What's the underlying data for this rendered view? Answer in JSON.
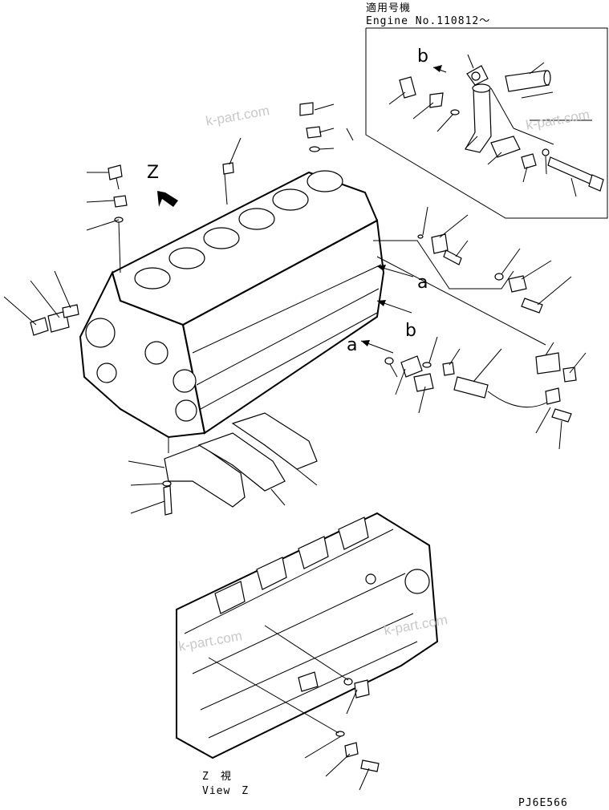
{
  "header": {
    "applicability_jp": "適用号機",
    "applicability_serial": "Engine No.110812〜"
  },
  "view_labels": {
    "z_marker": "Z",
    "view_jp": "Z　視",
    "view_en": "View　Z"
  },
  "callouts": {
    "a_upper": "a",
    "a_lower": "a",
    "b_inset": "b",
    "b_middle": "b"
  },
  "footer": {
    "drawing_code": "PJ6E566"
  },
  "watermarks": [
    "k-part.com",
    "k-part.com",
    "k-part.com",
    "k-part.com"
  ]
}
